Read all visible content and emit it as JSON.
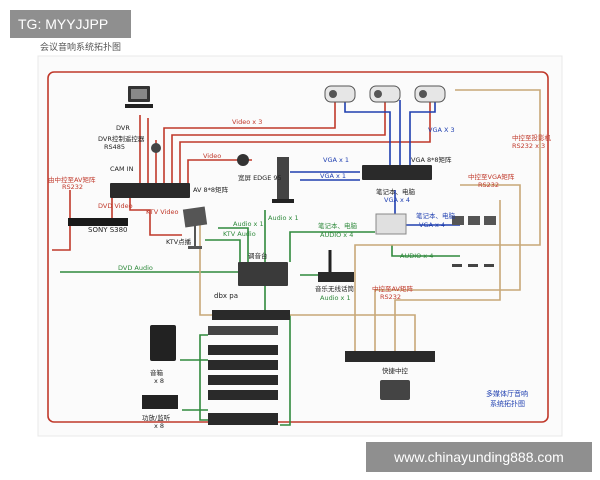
{
  "header_tag": "TG: MYYJJPP",
  "subtitle": "会议音响系统拓扑图",
  "watermark": "www.chinayunding888.com",
  "labels": {
    "dvr": "DVR",
    "dvr_control": "DVR控制遥控器",
    "rs485": "RS485",
    "cam_in": "CAM IN",
    "video_x3": "Video x 3",
    "video": "Video",
    "av_matrix": "AV 8*8矩阵",
    "rs232_left_title": "由中控至AV矩阵",
    "rs232_left": "RS232",
    "dvd_video": "DVD Video",
    "sony": "SONY S380",
    "ktv_video": "KTV Video",
    "ktv_panel": "KTV点播",
    "edge": "宽屏 EDGE 95",
    "audio_x1_a": "Audio x 1",
    "audio_x1_b": "Audio x 1",
    "ktv_audio": "KTV Audio",
    "mixer": "调音台",
    "dbx": "dbx pa",
    "dvd_audio": "DVD Audio",
    "mic_receiver": "音乐无线话筒",
    "audio_x1_c": "Audio x 1",
    "vga_x1_a": "VGA x 1",
    "vga_x1_b": "VGA x 1",
    "vga_matrix": "VGA 8*8矩阵",
    "vga_x3": "VGA X 3",
    "vga_x4_a": "VGA x 4",
    "vga_x4_b": "VGA x 4",
    "terminal_a": "笔记本、电脑",
    "terminal_b": "笔记本、电脑",
    "terminal_c": "笔记本、电脑",
    "audio_x4_a": "AUDIO x 4",
    "audio_x4_b": "AUDIO x 4",
    "rs232_proj_title": "中控至投影机",
    "rs232_proj": "RS232 x 3",
    "rs232_vga_title": "中控至VGA矩阵",
    "rs232_vga": "RS232",
    "rs232_mid_title": "中控至AV矩阵",
    "rs232_mid": "RS232",
    "central_ctrl": "快捷中控",
    "speaker": "音箱",
    "speaker_qty": "x 8",
    "amp": "功放/监听",
    "amp_qty": "x 8",
    "legend_line1": "多媒体厅音响",
    "legend_line2": "系统拓扑图"
  },
  "colors": {
    "video": "#c0392b",
    "vga": "#1f3fb0",
    "audio": "#2f8a3c",
    "control": "#c8a878"
  }
}
